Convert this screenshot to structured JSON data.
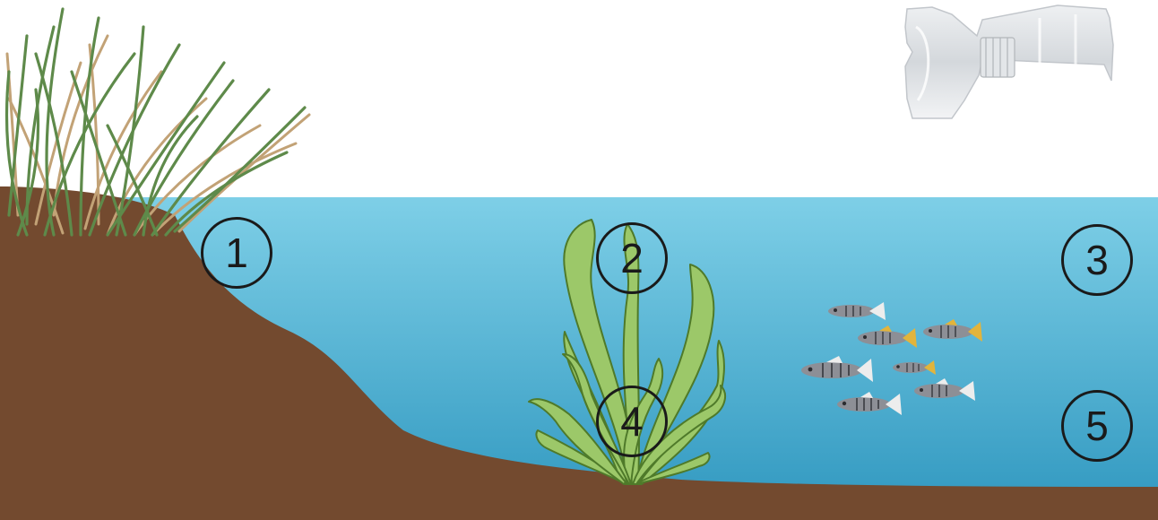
{
  "markers": [
    {
      "id": "1",
      "label": "1"
    },
    {
      "id": "2",
      "label": "2"
    },
    {
      "id": "3",
      "label": "3"
    },
    {
      "id": "4",
      "label": "4"
    },
    {
      "id": "5",
      "label": "5"
    }
  ],
  "colors": {
    "water_top": "#7ecfe7",
    "water_bottom": "#2f97bf",
    "soil": "#734a2f",
    "grass_green": "#5e8a4a",
    "grass_dry": "#c2a276",
    "plant_green": "#9cc869",
    "plant_outline": "#4f7a2a",
    "fish_body": "#8d8f96",
    "fish_stripe": "#3a3c42",
    "fish_fin_yellow": "#e2b43c",
    "marker_stroke": "#1a1a1a"
  },
  "icons": {
    "bottle": "plastic-bottle-icon",
    "grass": "bank-grass-icon",
    "plant": "aquatic-plant-icon",
    "fish": "killifish-icon"
  }
}
